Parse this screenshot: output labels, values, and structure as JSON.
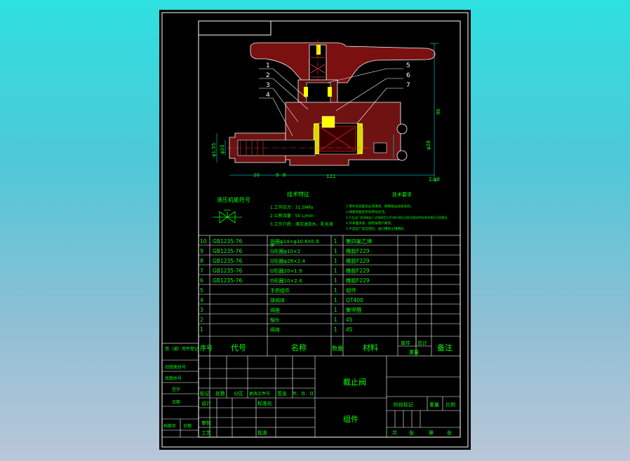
{
  "balloons": [
    "1",
    "2",
    "3",
    "4",
    "5",
    "6",
    "7"
  ],
  "dims": {
    "h_right": "96",
    "d_left1": "φ1.55",
    "d_left2": "φ20",
    "d_bottom": "121",
    "d_right": "φ28",
    "d_low": "2-φ8",
    "small_10": "10",
    "small_8": "8",
    "small_9": "9"
  },
  "symbol_label": "液压机能符号",
  "tech_features": {
    "title": "技术特征",
    "lines": [
      "1.工作压力：31.5MPa",
      "2.公称流量：50 L/min",
      "3.工作介质：液压油及水、乳化液"
    ]
  },
  "tech_requirements": {
    "title": "技术要求",
    "lines": [
      "1.零件在装配前必须清洗、倒钝锐边去除毛刺。",
      "2.阀组装配后手轮转动灵活。",
      "3.产品出厂前须按出厂试验规范(L/R)进行耐压试验及密封性检验并填写试验报告。",
      "4.外表面涂漆，颜色按用户要求。",
      "5.产品出厂前应密封，油口用防尘堵堵好。"
    ]
  },
  "bom": {
    "rows": [
      {
        "no": "10",
        "code": "GB1235-76",
        "name": "挡圈φ14×φ10.6X0.8",
        "qty": "1",
        "material": "聚四氟乙烯"
      },
      {
        "no": "9",
        "code": "GB1235-76",
        "name": "O形圈φ10×2",
        "qty": "1",
        "material": "橡胶F229"
      },
      {
        "no": "8",
        "code": "GB1235-76",
        "name": "O形圈φ28×2.4",
        "qty": "1",
        "material": "橡胶F229"
      },
      {
        "no": "7",
        "code": "GB1235-76",
        "name": "O形圈20×1.9",
        "qty": "1",
        "material": "橡胶F229"
      },
      {
        "no": "6",
        "code": "GB1235-76",
        "name": "O形圈10×2.4",
        "qty": "1",
        "material": "橡胶F229"
      },
      {
        "no": "5",
        "code": "",
        "name": "手把组件",
        "qty": "1",
        "material": "组件"
      },
      {
        "no": "4",
        "code": "",
        "name": "球阀体",
        "qty": "1",
        "material": "QT400"
      },
      {
        "no": "3",
        "code": "",
        "name": "阀座",
        "qty": "1",
        "material": "聚甲醛"
      },
      {
        "no": "2",
        "code": "",
        "name": "轴头",
        "qty": "1",
        "material": "45"
      },
      {
        "no": "1",
        "code": "",
        "name": "阀体",
        "qty": "1",
        "material": "45"
      }
    ],
    "overflow": "体",
    "header": {
      "no": "序号",
      "code": "代号",
      "name": "名称",
      "qty": "数量",
      "material": "材料",
      "unit": "单件",
      "total": "总计",
      "weight": "重量",
      "remark": "备注"
    }
  },
  "left_strip": {
    "title": "借（通）用件登记",
    "labels": [
      "旧底图总号",
      "底图总号",
      "签字",
      "日期"
    ],
    "bottom": [
      "档案员",
      "日期"
    ]
  },
  "title_block": {
    "marks_row": [
      "标记",
      "处数",
      "分区",
      "更改文件号",
      "签名",
      "年、月、日"
    ],
    "role_rows": [
      "设计",
      "标准化",
      "审核",
      "工艺",
      "批准"
    ],
    "part_name": "截止阀",
    "part_type": "组件",
    "stage": "阶段标记",
    "weight": "重量",
    "scale": "比例",
    "sheets": [
      "共",
      "张",
      "第",
      "张"
    ]
  },
  "colors": {
    "line": "#00ff00",
    "text": "#00ff00",
    "balloon": "#ffffff",
    "dim": "#00ffff",
    "sheet": "#000000"
  }
}
